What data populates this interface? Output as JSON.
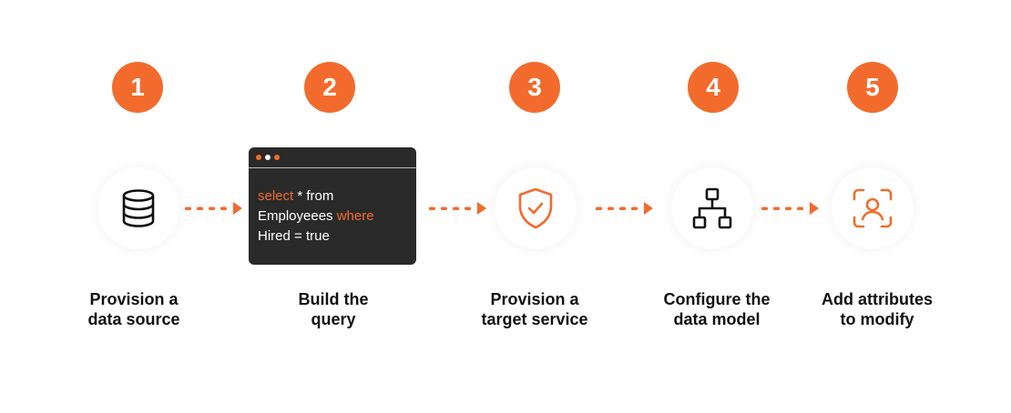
{
  "colors": {
    "accent": "#f26b2c",
    "dark": "#2a2a2a",
    "text": "#111111"
  },
  "steps": [
    {
      "number": "1",
      "icon": "database-icon",
      "label_lines": [
        "Provision a",
        "data source"
      ]
    },
    {
      "number": "2",
      "icon": "code-window",
      "label_lines": [
        "Build the",
        "query"
      ]
    },
    {
      "number": "3",
      "icon": "shield-check-icon",
      "label_lines": [
        "Provision a",
        "target service"
      ]
    },
    {
      "number": "4",
      "icon": "hierarchy-icon",
      "label_lines": [
        "Configure the",
        "data model"
      ]
    },
    {
      "number": "5",
      "icon": "face-scan-icon",
      "label_lines": [
        "Add attributes",
        "to modify"
      ]
    }
  ],
  "code_window": {
    "line1": {
      "kw": "select",
      "rest": " * from"
    },
    "line2": {
      "text": "Employeees ",
      "kw": "where"
    },
    "line3": {
      "text": "Hired = true"
    }
  }
}
